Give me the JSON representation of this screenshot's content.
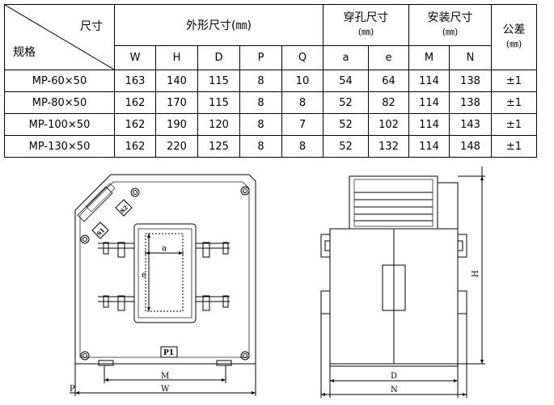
{
  "table": {
    "corner_top": "尺寸",
    "corner_bottom": "规格",
    "groups": {
      "outer": "外形尺寸(㎜)",
      "hole": "穿孔尺寸",
      "hole_unit": "(㎜)",
      "install": "安装尺寸",
      "install_unit": "(㎜)",
      "tol": "公差",
      "tol_unit": "(㎜)"
    },
    "cols": [
      "W",
      "H",
      "D",
      "P",
      "Q",
      "a",
      "e",
      "M",
      "N"
    ],
    "rows": [
      {
        "spec": "MP-60×50",
        "W": "163",
        "H": "140",
        "D": "115",
        "P": "8",
        "Q": "10",
        "a": "54",
        "e": "64",
        "M": "114",
        "N": "138",
        "tol": "±1"
      },
      {
        "spec": "MP-80×50",
        "W": "162",
        "H": "170",
        "D": "115",
        "P": "8",
        "Q": "8",
        "a": "52",
        "e": "82",
        "M": "114",
        "N": "138",
        "tol": "±1"
      },
      {
        "spec": "MP-100×50",
        "W": "162",
        "H": "190",
        "D": "120",
        "P": "8",
        "Q": "7",
        "a": "52",
        "e": "102",
        "M": "114",
        "N": "143",
        "tol": "±1"
      },
      {
        "spec": "MP-130×50",
        "W": "162",
        "H": "220",
        "D": "125",
        "P": "8",
        "Q": "8",
        "a": "52",
        "e": "132",
        "M": "114",
        "N": "148",
        "tol": "±1"
      }
    ]
  },
  "drawing": {
    "front": {
      "a": "a",
      "e": "e",
      "M": "M",
      "W": "W",
      "P": "P",
      "p1": "P1",
      "s1": "S1",
      "s2": "S2"
    },
    "side": {
      "H": "H",
      "D": "D",
      "N": "N"
    }
  }
}
